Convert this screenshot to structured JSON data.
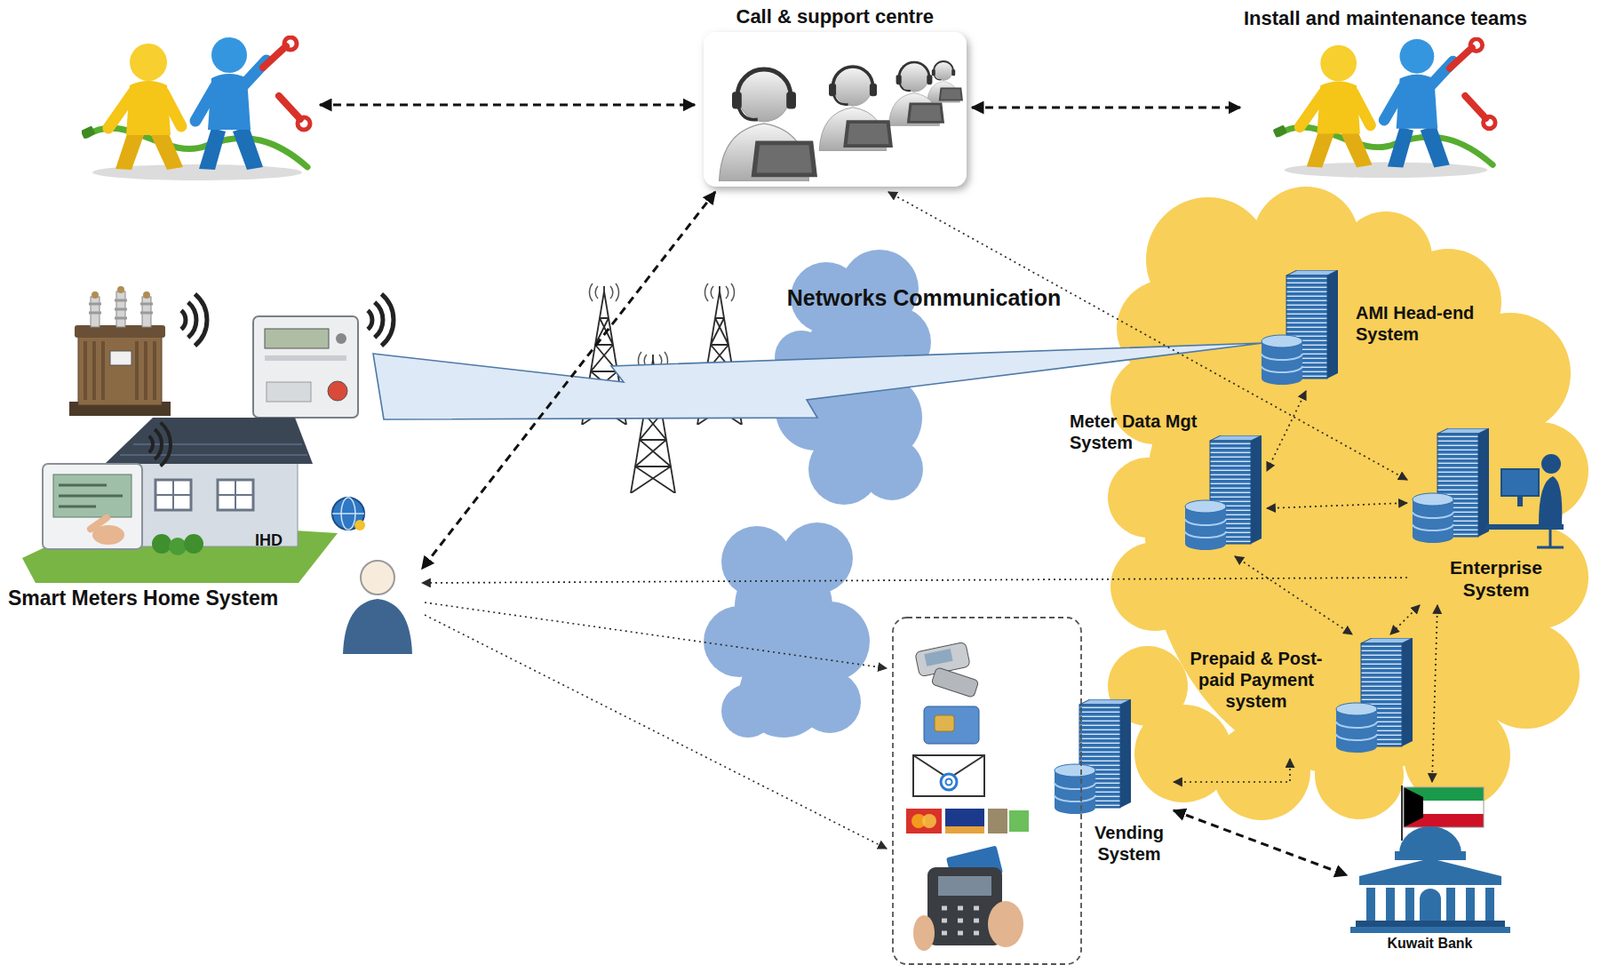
{
  "diagram": {
    "nodes": [
      {
        "text": [
          "Call & support centre"
        ]
      },
      {
        "text": [
          "Install and maintenance teams"
        ]
      },
      {
        "text": [
          "AMI Head-end System"
        ]
      },
      {
        "text": [
          "Meter Data Mgt System"
        ]
      },
      {
        "text": [
          "Enterprise System"
        ]
      },
      {
        "text": [
          "Smart Meters Home System"
        ]
      },
      {
        "text": [
          "Prepaid & Post-paid Payment system"
        ]
      },
      {
        "text": [
          "Vending System"
        ]
      },
      {
        "text": [
          "Kuwait Bank"
        ]
      }
    ],
    "edges": [
      {
        "from": 0,
        "to": 1,
        "arrow": "both"
      },
      {
        "from": 0,
        "to": 5,
        "arrow": "both"
      },
      {
        "from": 4,
        "to": 0,
        "arrow": "both"
      },
      {
        "from": 2,
        "to": 3,
        "arrow": "both"
      },
      {
        "from": 3,
        "to": 4,
        "arrow": "both"
      },
      {
        "from": 3,
        "to": 6,
        "arrow": "both"
      },
      {
        "from": 4,
        "to": 6,
        "arrow": "both"
      },
      {
        "from": 4,
        "to": 5,
        "arrow": "to"
      },
      {
        "from": 4,
        "to": 8,
        "arrow": "both"
      },
      {
        "from": 7,
        "to": 6,
        "arrow": "both"
      },
      {
        "from": 7,
        "to": 8,
        "arrow": "both"
      }
    ],
    "labels": [
      "Networks Communication",
      "IHD"
    ]
  }
}
